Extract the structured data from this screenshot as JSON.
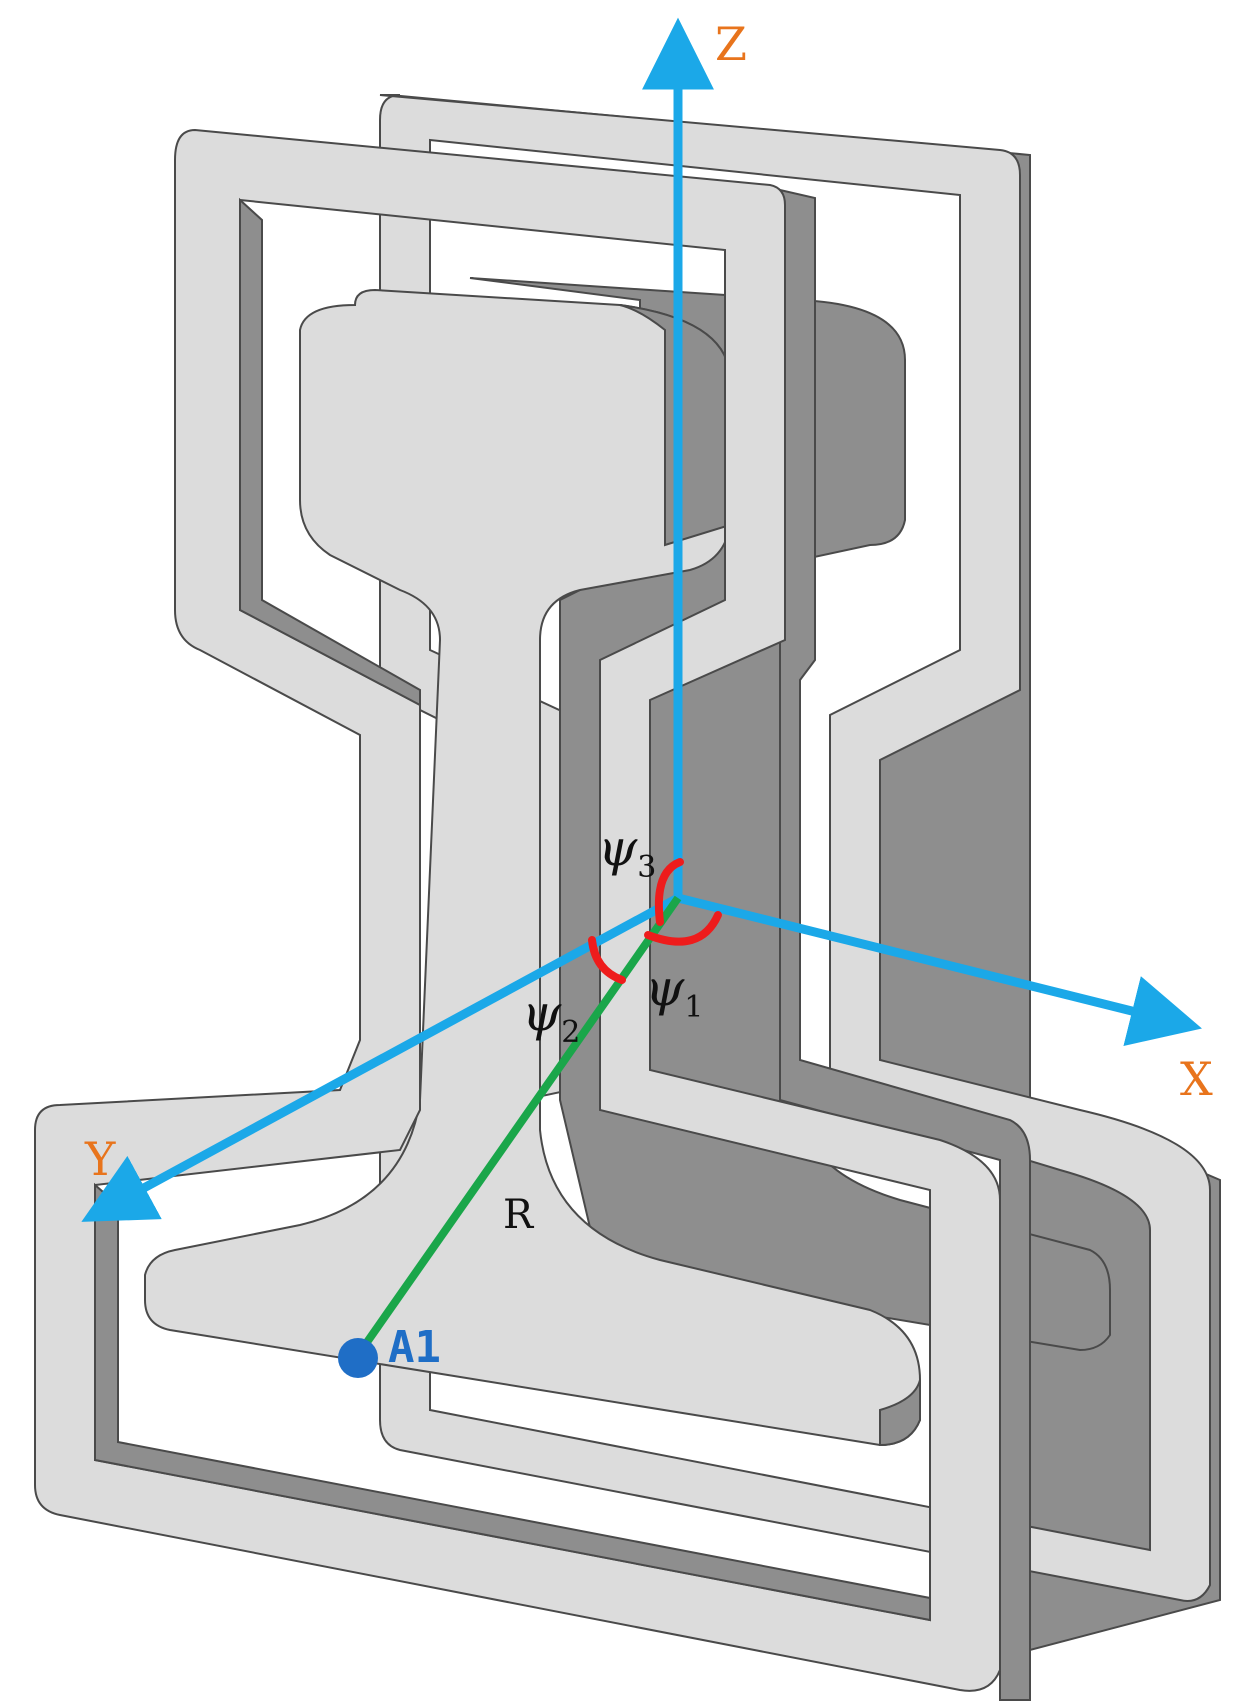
{
  "colors": {
    "axis": "#1ba8e8",
    "axis_label": "#e8741c",
    "radius_line": "#1aa64a",
    "angle_arc": "#ee1c1c",
    "point": "#1f6ec6",
    "point_label": "#1f6ec6",
    "face_light": "#dcdcdc",
    "face_side": "#8e8e8e",
    "edge": "#4a4a4a"
  },
  "axes": {
    "z_label": "Z",
    "x_label": "X",
    "y_label": "Y"
  },
  "angles": {
    "psi1": {
      "symbol": "ψ",
      "sub": "1"
    },
    "psi2": {
      "symbol": "ψ",
      "sub": "2"
    },
    "psi3": {
      "symbol": "ψ",
      "sub": "3"
    }
  },
  "radius_label": "R",
  "point_label": "A1"
}
